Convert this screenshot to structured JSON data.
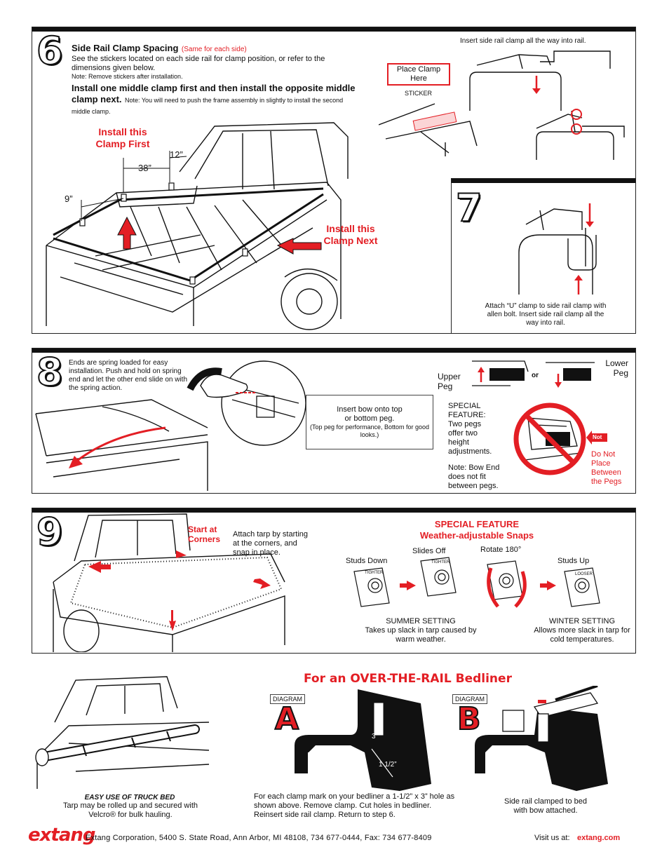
{
  "step6": {
    "num": "6",
    "title": "Side Rail Clamp Spacing",
    "title_note": "(Same for each side)",
    "p1": "See the stickers located on each side rail for clamp position, or refer to the dimensions given below.",
    "p1_note": "Note: Remove stickers after installation.",
    "p2_bold": "Install one middle clamp first and then install the opposite middle clamp next.",
    "p2_note": "Note: You will need to push the frame assembly in slightly to install the second middle clamp.",
    "first_label_1": "Install this",
    "first_label_2": "Clamp First",
    "next_label_1": "Install this",
    "next_label_2": "Clamp Next",
    "dim_12": "12”",
    "dim_38": "38”",
    "dim_9": "9”",
    "insert_caption": "Insert side rail clamp all the way into rail.",
    "sticker_line1": "Place Clamp",
    "sticker_line2": "Here",
    "sticker_label": "STICKER"
  },
  "step7": {
    "num": "7",
    "caption": "Attach “U” clamp to side rail clamp with allen bolt. Insert side rail clamp all the way into rail."
  },
  "step8": {
    "num": "8",
    "spring_text": "Ends are spring loaded for easy installation. Push and hold on spring end and let the other end slide on with the spring action.",
    "box_line1": "Insert bow onto top",
    "box_line2": "or bottom peg.",
    "box_note": "(Top peg for performance, Bottom for good looks.)",
    "upper_peg": "Upper Peg",
    "lower_peg": "Lower Peg",
    "or": "or",
    "special": "SPECIAL FEATURE: Two pegs offer two height adjustments.",
    "note": "Note: Bow End does not fit between pegs.",
    "not_tag": "Not",
    "do_not": "Do Not Place Between the Pegs"
  },
  "step9": {
    "num": "9",
    "start_label": "Start at Corners",
    "attach_text": "Attach tarp by starting at the corners, and snap in place.",
    "special_title_1": "SPECIAL FEATURE",
    "special_title_2": "Weather-adjustable Snaps",
    "studs_down": "Studs Down",
    "slides_off": "Slides Off",
    "rotate": "Rotate 180°",
    "studs_up": "Studs Up",
    "tighter": "TIGHTER",
    "looser": "LOOSER",
    "summer_title": "SUMMER SETTING",
    "summer_text": "Takes up slack in tarp caused by warm weather.",
    "winter_title": "WINTER SETTING",
    "winter_text": "Allows more slack in tarp for cold temperatures."
  },
  "bottom": {
    "easy_title": "EASY USE OF TRUCK BED",
    "easy_text": "Tarp may be rolled up and secured with Velcro® for bulk hauling.",
    "otr_title": "For an OVER-THE-RAIL Bedliner",
    "diagram": "DIAGRAM",
    "letter_a": "A",
    "letter_b": "B",
    "dim_3": "3”",
    "dim_1half": "1 1/2”",
    "a_text": "For each clamp mark on your bedliner a 1-1/2” x 3” hole as shown above. Remove clamp. Cut holes in bedliner. Reinsert side rail clamp. Return to step 6.",
    "b_text": "Side rail clamped to bed with bow attached."
  },
  "footer": {
    "logo": "extang",
    "address": "Extang Corporation, 5400 S. State Road, Ann Arbor, MI 48108, 734 677-0444, Fax: 734 677-8409",
    "visit": "Visit us at:",
    "url": "extang.com"
  },
  "colors": {
    "accent": "#e31e24",
    "ink": "#111111"
  }
}
